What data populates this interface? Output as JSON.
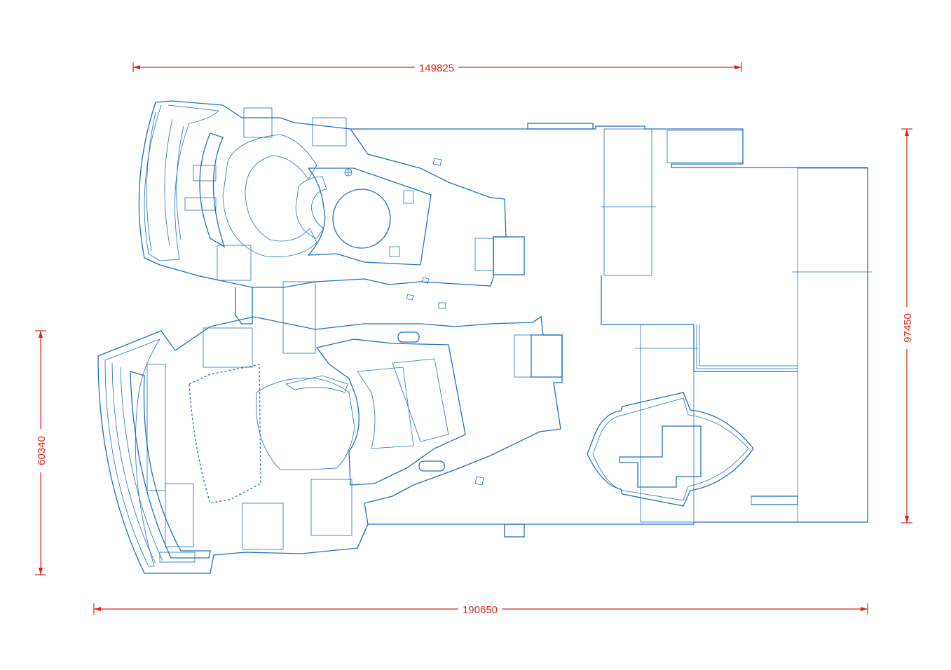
{
  "dimensions": {
    "top_width": "149825",
    "bottom_width": "190650",
    "right_height": "97450",
    "left_height": "60340"
  },
  "colors": {
    "drawing": "#1f6fc4",
    "dimension": "#e0241b",
    "background": "#ffffff"
  }
}
